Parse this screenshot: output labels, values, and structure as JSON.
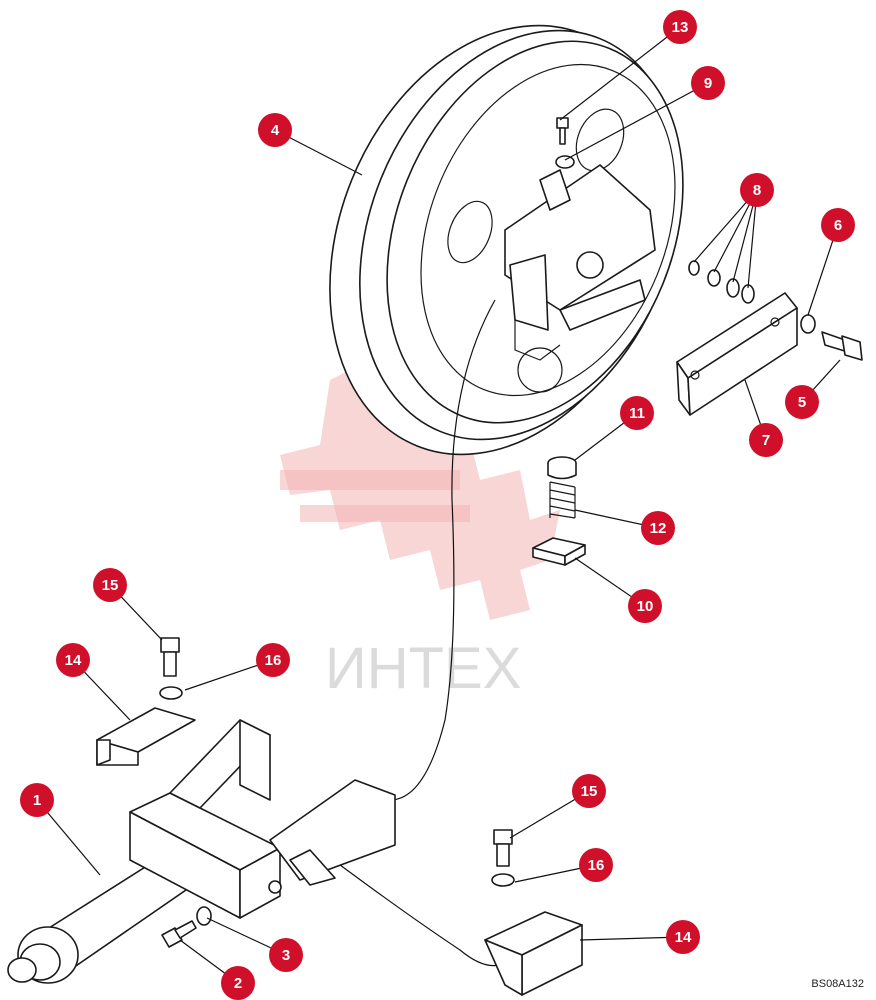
{
  "diagram": {
    "reference_code": "BS08A132",
    "watermark_text": "ИНТЕХ",
    "accent_color": "#d0102a",
    "callouts": [
      {
        "id": "c1",
        "label": "1"
      },
      {
        "id": "c2",
        "label": "2"
      },
      {
        "id": "c3",
        "label": "3"
      },
      {
        "id": "c4",
        "label": "4"
      },
      {
        "id": "c5",
        "label": "5"
      },
      {
        "id": "c6",
        "label": "6"
      },
      {
        "id": "c7",
        "label": "7"
      },
      {
        "id": "c8",
        "label": "8"
      },
      {
        "id": "c9",
        "label": "9"
      },
      {
        "id": "c10",
        "label": "10"
      },
      {
        "id": "c11",
        "label": "11"
      },
      {
        "id": "c12",
        "label": "12"
      },
      {
        "id": "c13",
        "label": "13"
      },
      {
        "id": "c14a",
        "label": "14"
      },
      {
        "id": "c14b",
        "label": "14"
      },
      {
        "id": "c15a",
        "label": "15"
      },
      {
        "id": "c15b",
        "label": "15"
      },
      {
        "id": "c16a",
        "label": "16"
      },
      {
        "id": "c16b",
        "label": "16"
      }
    ]
  }
}
